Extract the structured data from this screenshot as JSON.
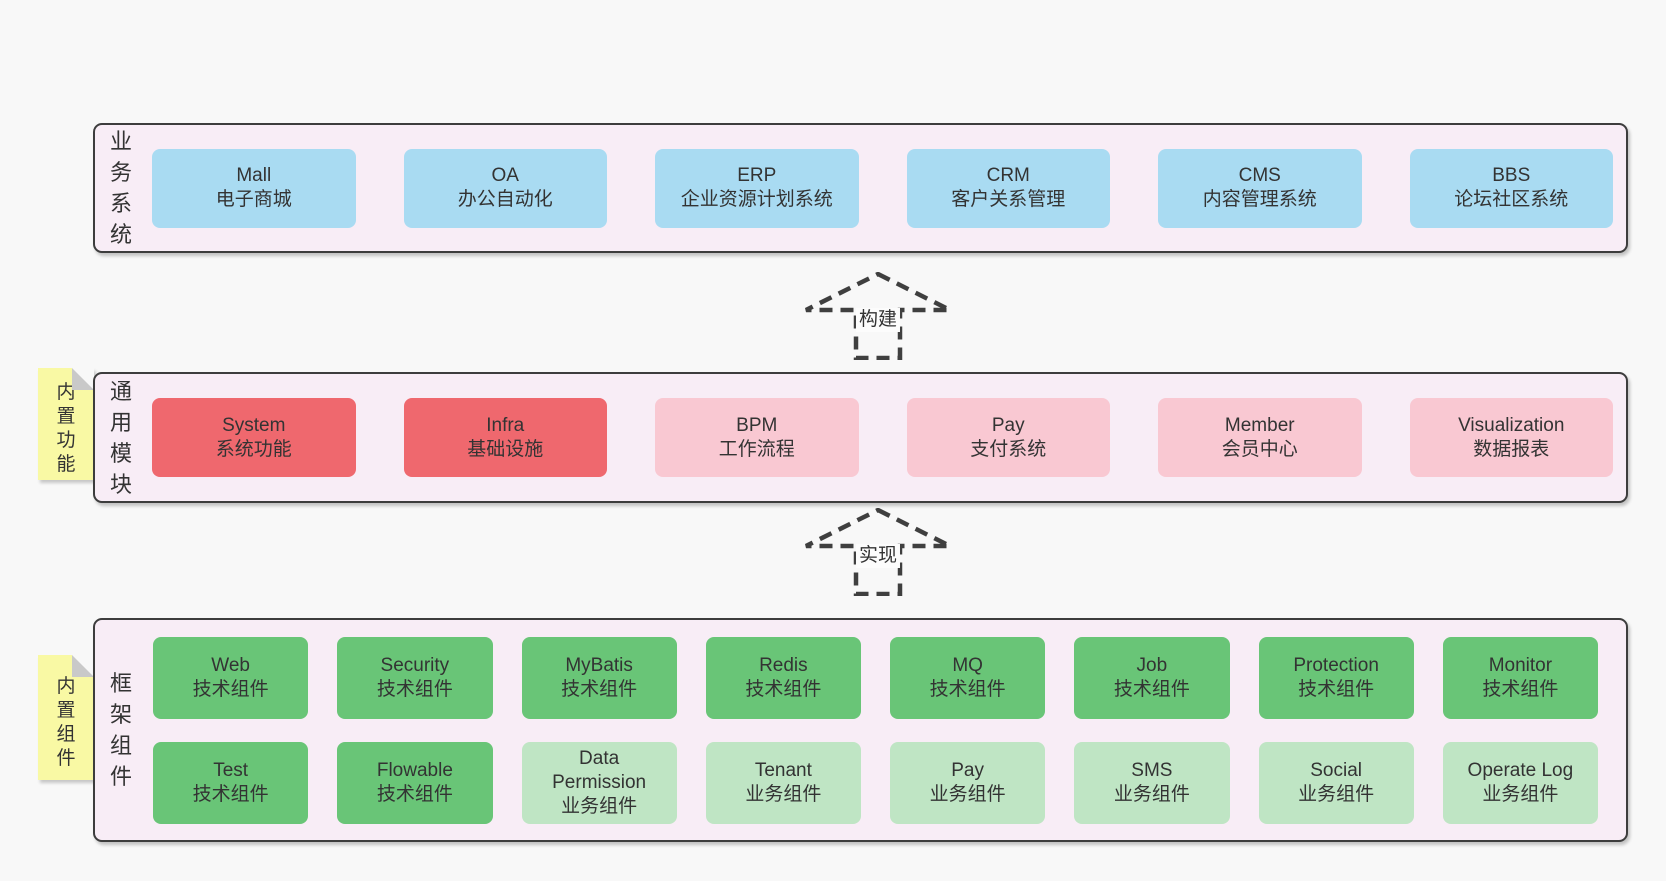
{
  "colors": {
    "page_bg": "#f8f8f8",
    "panel": "#f8edf6",
    "border": "#3d3d3d",
    "text": "#333333",
    "blue": "#a9dbf2",
    "red": "#ef686e",
    "pink": "#f9c8d2",
    "green": "#69c577",
    "green_light": "#bfe5c4",
    "sticky_yellow": "#f9f9a4",
    "sticky_fold": "#c9c9c9"
  },
  "arrows": [
    {
      "label": "构建"
    },
    {
      "label": "实现"
    }
  ],
  "layers": [
    {
      "label": "业务系统",
      "boxes": [
        {
          "name": "Mall",
          "desc": "电子商城"
        },
        {
          "name": "OA",
          "desc": "办公自动化"
        },
        {
          "name": "ERP",
          "desc": "企业资源计划系统"
        },
        {
          "name": "CRM",
          "desc": "客户关系管理"
        },
        {
          "name": "CMS",
          "desc": "内容管理系统"
        },
        {
          "name": "BBS",
          "desc": "论坛社区系统"
        }
      ]
    },
    {
      "label": "通用模块",
      "sticky": "内置功能",
      "boxes": [
        {
          "name": "System",
          "desc": "系统功能"
        },
        {
          "name": "Infra",
          "desc": "基础设施"
        },
        {
          "name": "BPM",
          "desc": "工作流程"
        },
        {
          "name": "Pay",
          "desc": "支付系统"
        },
        {
          "name": "Member",
          "desc": "会员中心"
        },
        {
          "name": "Visualization",
          "desc": "数据报表"
        }
      ]
    },
    {
      "label": "框架组件",
      "sticky": "内置组件",
      "boxes": [
        {
          "name": "Web",
          "desc": "技术组件"
        },
        {
          "name": "Security",
          "desc": "技术组件"
        },
        {
          "name": "MyBatis",
          "desc": "技术组件"
        },
        {
          "name": "Redis",
          "desc": "技术组件"
        },
        {
          "name": "MQ",
          "desc": "技术组件"
        },
        {
          "name": "Job",
          "desc": "技术组件"
        },
        {
          "name": "Protection",
          "desc": "技术组件"
        },
        {
          "name": "Monitor",
          "desc": "技术组件"
        },
        {
          "name": "Test",
          "desc": "技术组件"
        },
        {
          "name": "Flowable",
          "desc": "技术组件"
        },
        {
          "name": "Data Permission",
          "desc": "业务组件"
        },
        {
          "name": "Tenant",
          "desc": "业务组件"
        },
        {
          "name": "Pay",
          "desc": "业务组件"
        },
        {
          "name": "SMS",
          "desc": "业务组件"
        },
        {
          "name": "Social",
          "desc": "业务组件"
        },
        {
          "name": "Operate Log",
          "desc": "业务组件"
        }
      ]
    }
  ]
}
